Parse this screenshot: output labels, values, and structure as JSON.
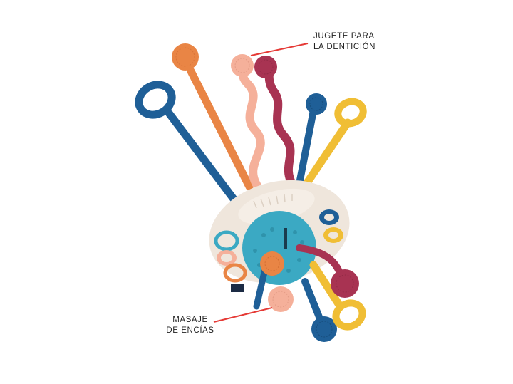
{
  "annotations": {
    "teether": {
      "line1": "JUGETE PARA",
      "line2": "LA DENTICIÓN"
    },
    "gums": {
      "line1": "MASAJE",
      "line2": "DE ENCÍAS"
    }
  },
  "colors": {
    "background": "#ffffff",
    "pointer": "#e53935",
    "blue": "#1f5f97",
    "orange": "#e98545",
    "peach": "#f5b09a",
    "plum": "#a83352",
    "mustard": "#f0be35",
    "cream": "#efe6dc",
    "teal": "#3ba9c3"
  }
}
